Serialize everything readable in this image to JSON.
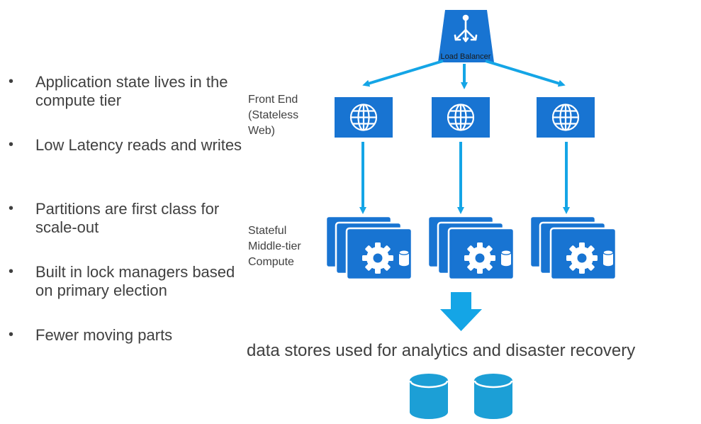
{
  "bullets": [
    "Application state lives in the compute tier",
    "Low Latency reads and writes",
    "Partitions are first class for scale-out",
    "Built in lock managers based on primary election",
    "Fewer moving parts"
  ],
  "bullet_marker": "•",
  "diagram": {
    "load_balancer_label": "Load Balancer",
    "front_end_label": "Front End (Stateless Web)",
    "middle_tier_label": "Stateful Middle-tier Compute",
    "datastores_caption": "data stores used for analytics and disaster recovery"
  },
  "colors": {
    "azure_blue": "#1874D2",
    "arrow_blue": "#14A5E6",
    "cylinder_blue": "#1C9FD6",
    "text_gray": "#404040"
  },
  "icons": [
    "load-balancer-icon",
    "globe-icon",
    "gear-icon",
    "database-icon"
  ]
}
